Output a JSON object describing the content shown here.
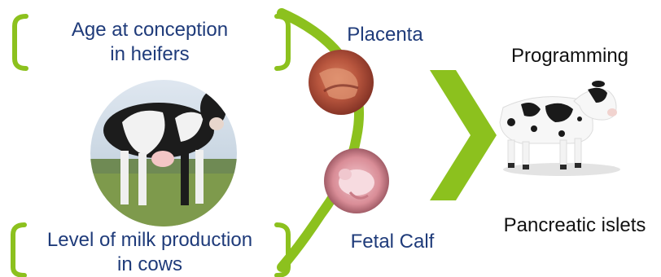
{
  "top_factor": {
    "line1": "Age at conception",
    "line2": "in heifers"
  },
  "bottom_factor": {
    "line1": "Level of milk production",
    "line2": "in cows"
  },
  "placenta_label": "Placenta",
  "fetal_label": "Fetal Calf",
  "outcome_top": "Programming",
  "outcome_bottom": "Pancreatic islets",
  "colors": {
    "accent_green": "#8cc11e",
    "text_blue": "#1f3b7a",
    "text_black": "#111111"
  }
}
